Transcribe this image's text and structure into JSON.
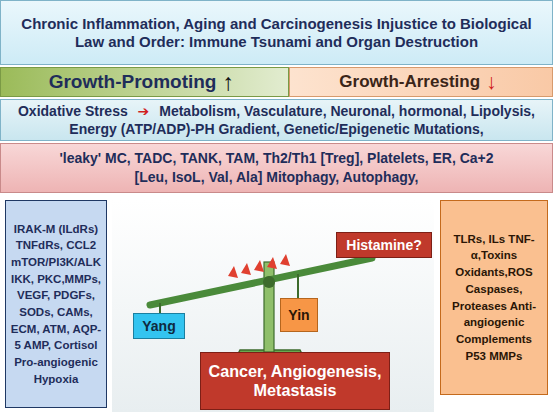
{
  "diagram": {
    "nodes": [
      {
        "text": [
          "Chronic Inflammation, Aging and Carcinogenesis Injustice to Biological Law and Order: Immune Tsunami and Organ Destruction"
        ]
      },
      {
        "text": [
          "Growth-Promoting",
          "↑"
        ]
      },
      {
        "text": [
          "Growth-Arresting",
          "↓"
        ]
      },
      {
        "text": [
          "Oxidative Stress",
          "➔",
          "Metabolism, Vasculature, Neuronal, hormonal, Lipolysis, Energy (ATP/ADP)-PH Gradient, Genetic/Epigenetic Mutations,"
        ]
      },
      {
        "text": [
          "'leaky' MC, TADC, TANK, TAM, Th2/Th1 [Treg], Platelets, ER, Ca+2 [Leu, IsoL, Val, Ala] Mitophagy, Autophagy,"
        ]
      },
      {
        "text": [
          "IRAK-M (ILdRs) TNFdRs, CCL2 mTOR/PI3K/ALK IKK, PKC,MMPs, VEGF, PDGFs, SODs, CAMs, ECM, ATM, AQP-5 AMP, Cortisol Pro-angiogenic Hypoxia"
        ]
      },
      {
        "text": [
          "Histamine?"
        ]
      },
      {
        "text": [
          "Yang"
        ]
      },
      {
        "text": [
          "Yin"
        ]
      },
      {
        "text": [
          "TLRs, ILs TNF-α,Toxins Oxidants,ROS Caspases, Proteases Anti-angiogenic Complements P53 MMPs"
        ]
      },
      {
        "text": [
          "Cancer, Angiogenesis, Metastasis"
        ]
      }
    ]
  }
}
